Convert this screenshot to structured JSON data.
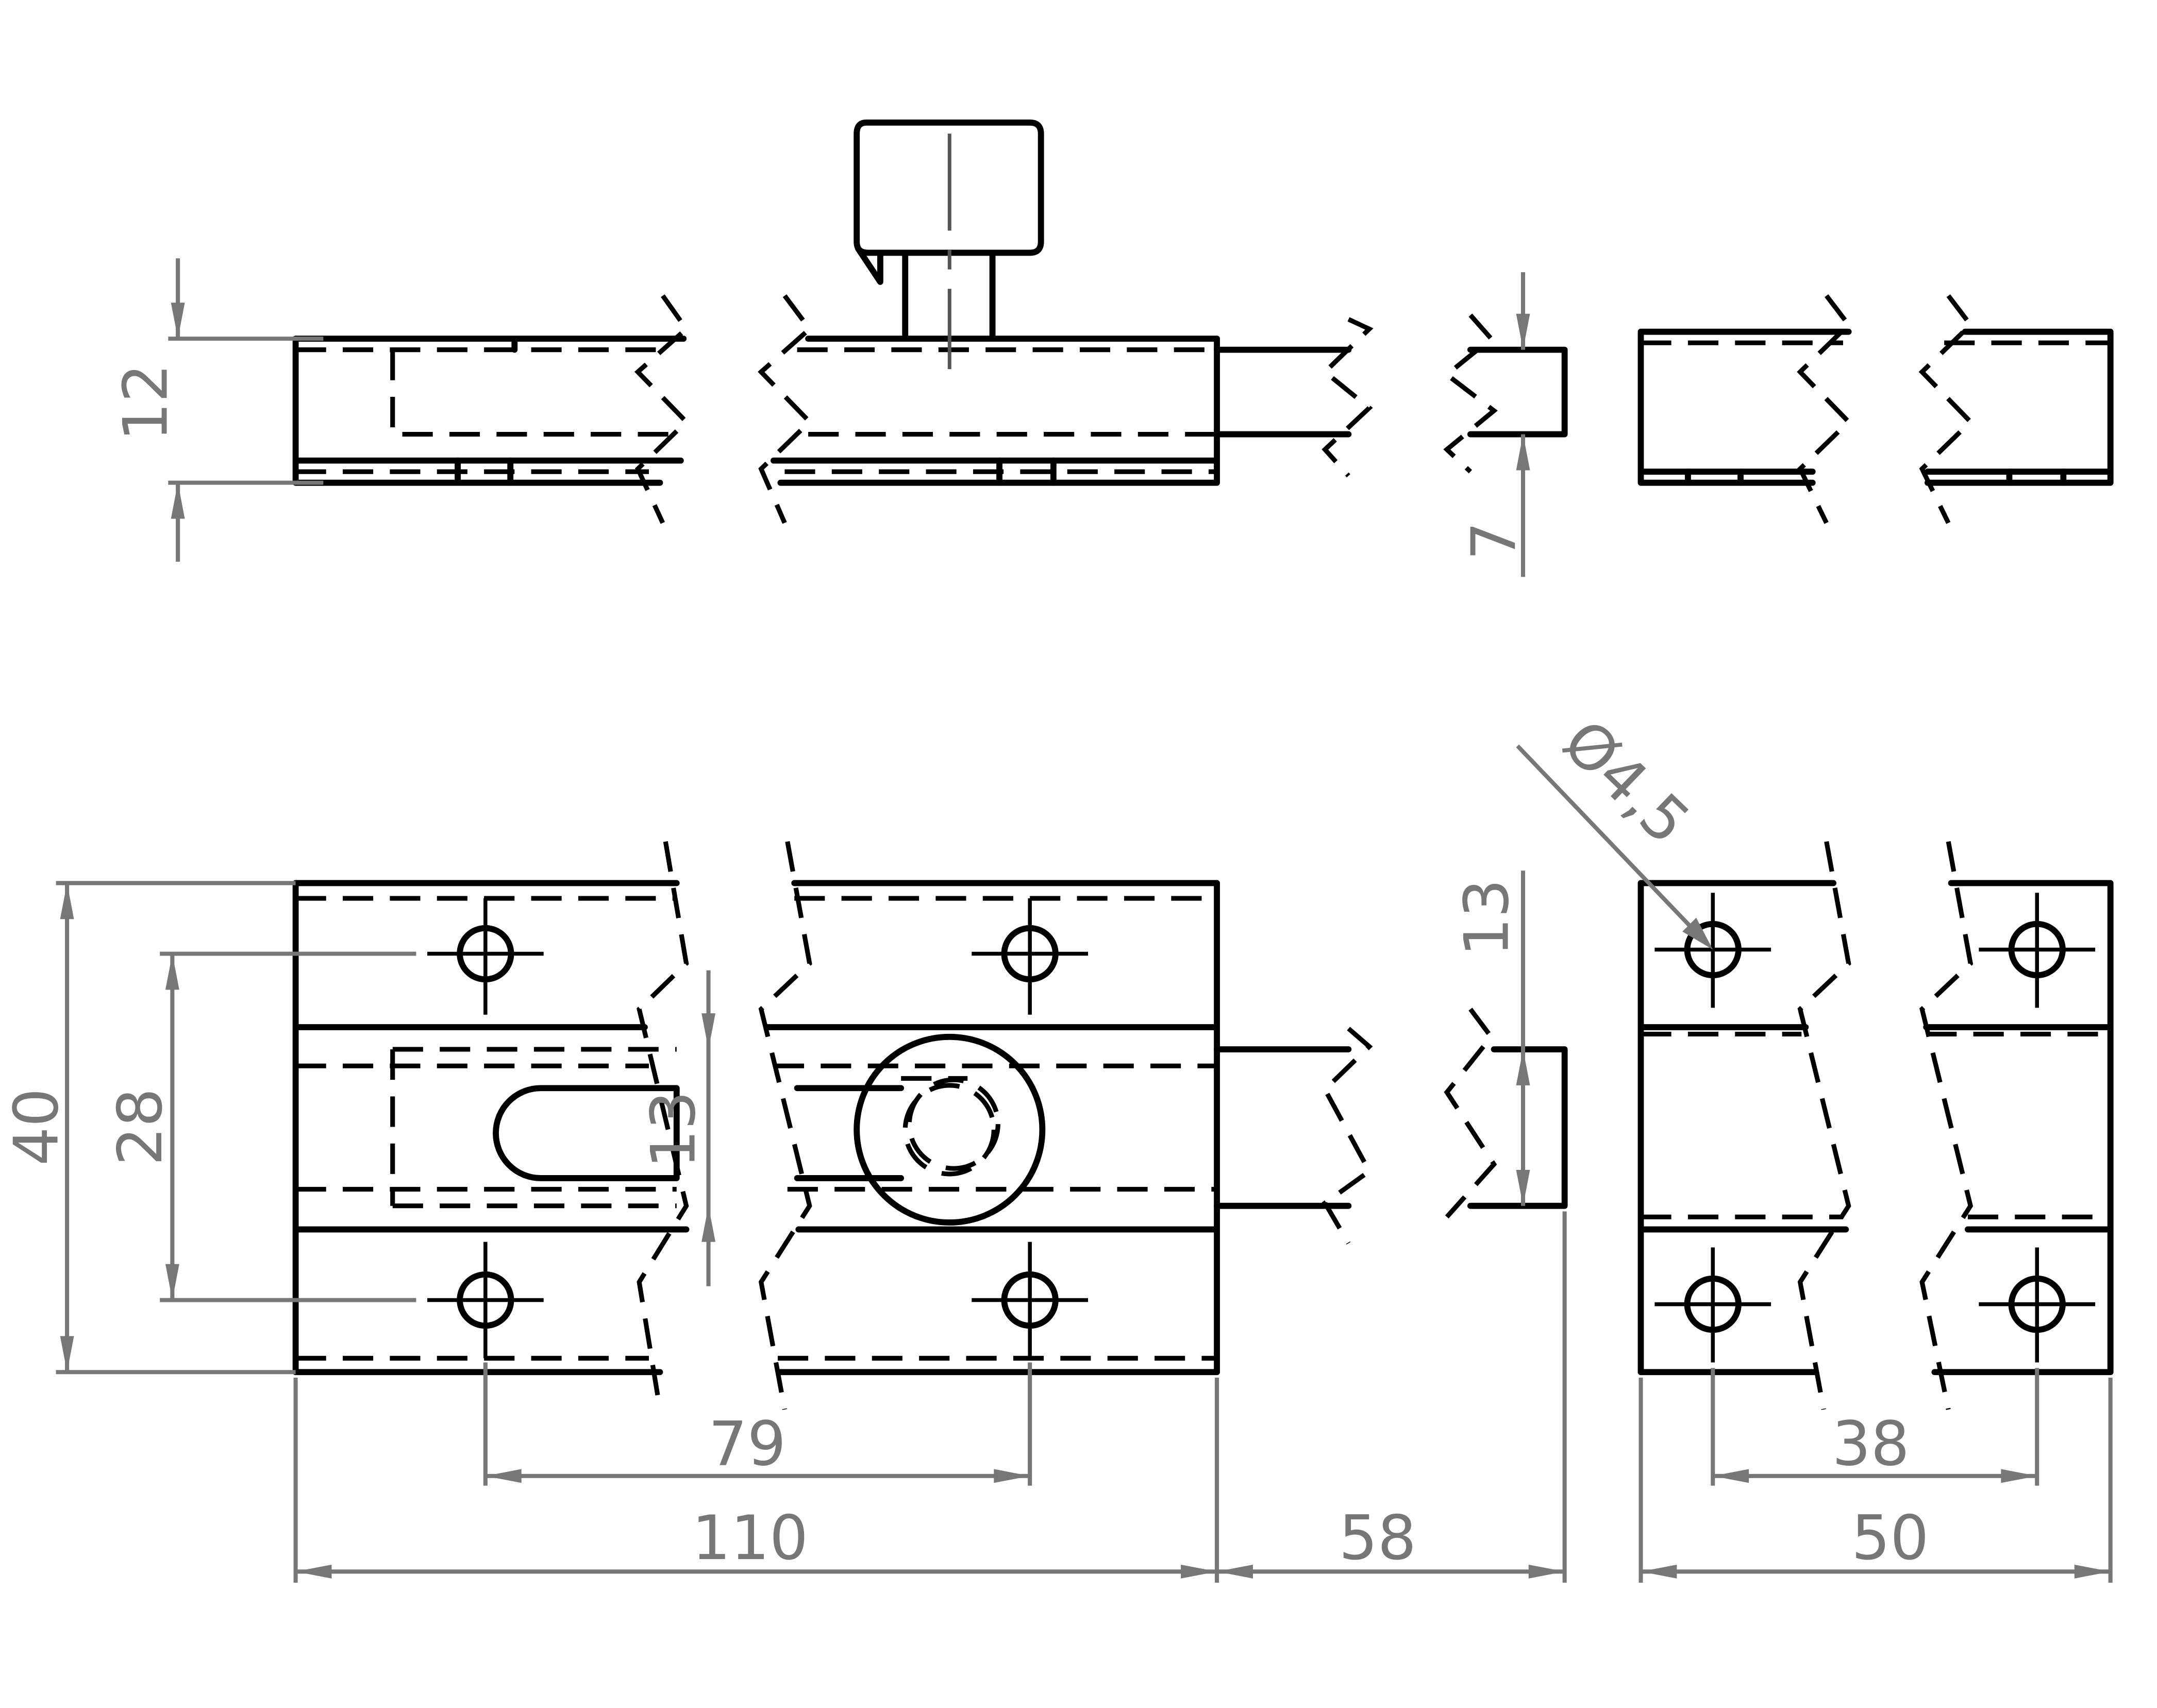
{
  "dimensions": {
    "thickness": "12",
    "bolt_thickness": "7",
    "hole_diameter": "Ø4,5",
    "bolt_width_keeper": "13",
    "overall_height": "40",
    "hole_vertical_spacing": "28",
    "slot_width": "13",
    "hole_horizontal_spacing": "79",
    "body_length": "110",
    "keeper_hole_spacing": "38",
    "bolt_projection": "58",
    "keeper_length": "50"
  },
  "colors": {
    "outline": "#000000",
    "dimension": "#777777"
  }
}
